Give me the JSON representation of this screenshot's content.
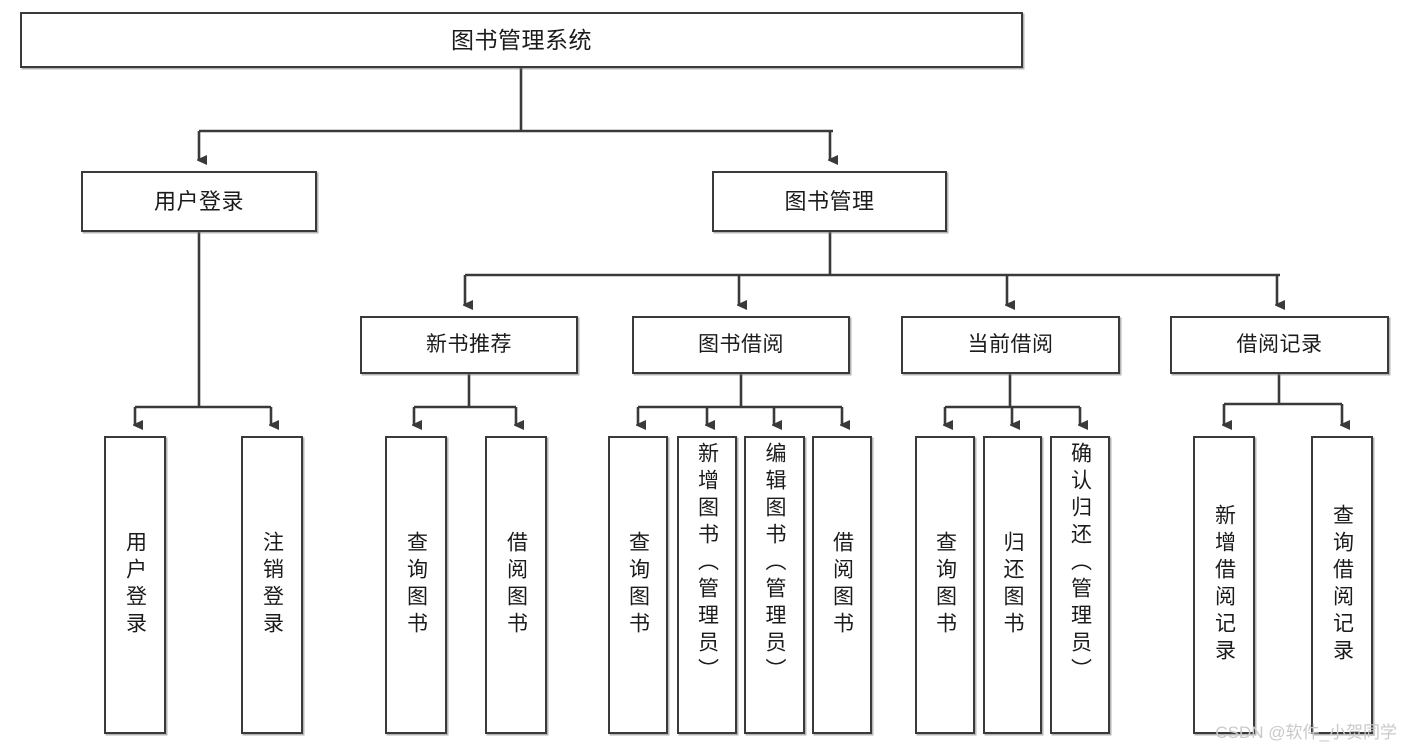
{
  "diagram": {
    "title": "图书管理系统",
    "watermark": "CSDN @软件_小贺同学",
    "line_color": "#3a3a3a",
    "box_border_color": "#3a3a3a",
    "box_fill_color": "#ffffff",
    "background_color": "#ffffff",
    "root": {
      "label": "图书管理系统"
    },
    "level2": [
      {
        "id": "user-login",
        "label": "用户登录"
      },
      {
        "id": "book-manage",
        "label": "图书管理"
      }
    ],
    "level3": [
      {
        "id": "new-book-recommend",
        "label": "新书推荐"
      },
      {
        "id": "book-borrow",
        "label": "图书借阅"
      },
      {
        "id": "current-borrow",
        "label": "当前借阅"
      },
      {
        "id": "borrow-record",
        "label": "借阅记录"
      }
    ],
    "leaves": [
      {
        "id": "leaf-user-login",
        "parent": "user-login",
        "label": "用户登录"
      },
      {
        "id": "leaf-logout",
        "parent": "user-login",
        "label": "注销登录"
      },
      {
        "id": "leaf-query-book-1",
        "parent": "new-book-recommend",
        "label": "查询图书"
      },
      {
        "id": "leaf-borrow-book-1",
        "parent": "new-book-recommend",
        "label": "借阅图书"
      },
      {
        "id": "leaf-query-book-2",
        "parent": "book-borrow",
        "label": "查询图书"
      },
      {
        "id": "leaf-add-book",
        "parent": "book-borrow",
        "label": "新增图书（管理员）"
      },
      {
        "id": "leaf-edit-book",
        "parent": "book-borrow",
        "label": "编辑图书（管理员）"
      },
      {
        "id": "leaf-borrow-book-2",
        "parent": "book-borrow",
        "label": "借阅图书"
      },
      {
        "id": "leaf-query-book-3",
        "parent": "current-borrow",
        "label": "查询图书"
      },
      {
        "id": "leaf-return-book",
        "parent": "current-borrow",
        "label": "归还图书"
      },
      {
        "id": "leaf-confirm-return",
        "parent": "current-borrow",
        "label": "确认归还（管理员）"
      },
      {
        "id": "leaf-add-record",
        "parent": "borrow-record",
        "label": "新增借阅记录"
      },
      {
        "id": "leaf-query-record",
        "parent": "borrow-record",
        "label": "查询借阅记录"
      }
    ]
  }
}
